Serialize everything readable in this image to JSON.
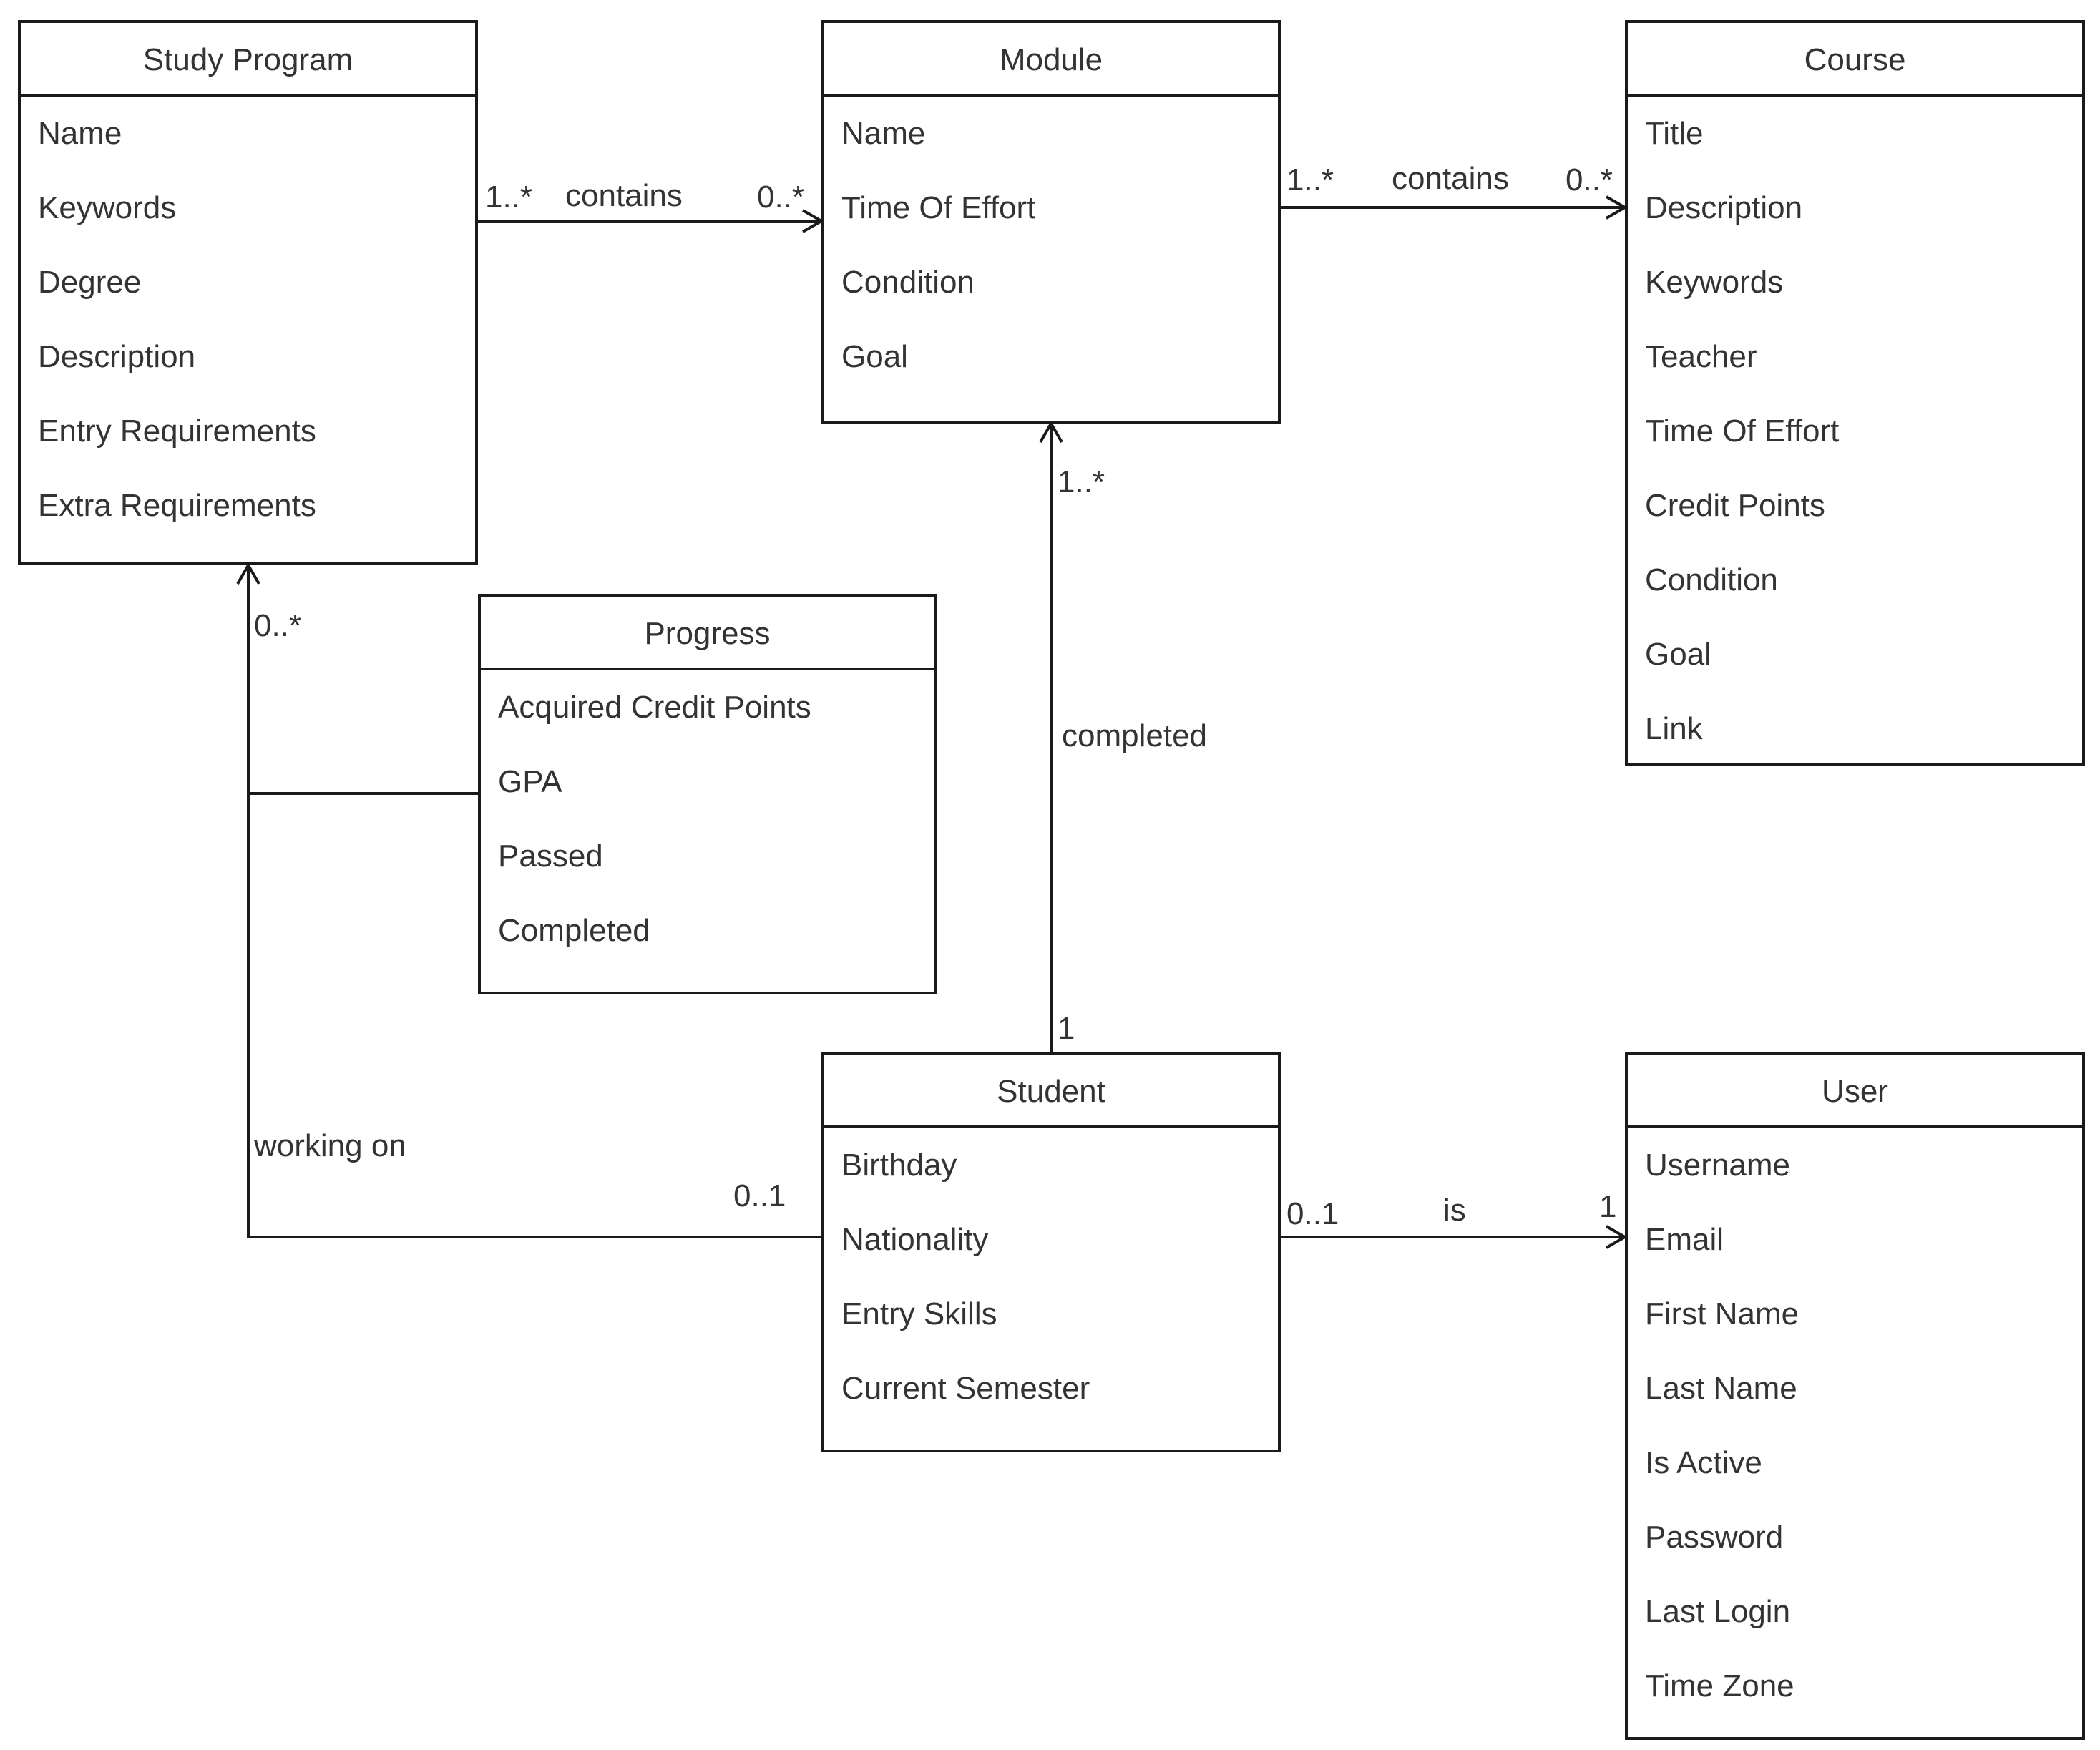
{
  "classes": {
    "study_program": {
      "title": "Study Program",
      "attributes": [
        "Name",
        "Keywords",
        "Degree",
        "Description",
        "Entry Requirements",
        "Extra Requirements"
      ]
    },
    "module": {
      "title": "Module",
      "attributes": [
        "Name",
        "Time Of Effort",
        "Condition",
        "Goal"
      ]
    },
    "course": {
      "title": "Course",
      "attributes": [
        "Title",
        "Description",
        "Keywords",
        "Teacher",
        "Time Of Effort",
        "Credit Points",
        "Condition",
        "Goal",
        "Link"
      ]
    },
    "progress": {
      "title": "Progress",
      "attributes": [
        "Acquired Credit Points",
        "GPA",
        "Passed",
        "Completed"
      ]
    },
    "student": {
      "title": "Student",
      "attributes": [
        "Birthday",
        "Nationality",
        "Entry Skills",
        "Current Semester"
      ]
    },
    "user": {
      "title": "User",
      "attributes": [
        "Username",
        "Email",
        "First Name",
        "Last Name",
        "Is Active",
        "Password",
        "Last Login",
        "Time Zone"
      ]
    }
  },
  "associations": {
    "program_module": {
      "from": "Study Program",
      "to": "Module",
      "label": "contains",
      "source_multiplicity": "1..*",
      "target_multiplicity": "0..*"
    },
    "module_course": {
      "from": "Module",
      "to": "Course",
      "label": "contains",
      "source_multiplicity": "1..*",
      "target_multiplicity": "0..*"
    },
    "student_module": {
      "from": "Student",
      "to": "Module",
      "label": "completed",
      "source_multiplicity": "1",
      "target_multiplicity": "1..*"
    },
    "student_program": {
      "from": "Student",
      "to": "Study Program",
      "label": "working on",
      "source_multiplicity": "0..1",
      "target_multiplicity": "0..*",
      "association_class": "Progress"
    },
    "student_user": {
      "from": "Student",
      "to": "User",
      "label": "is",
      "source_multiplicity": "0..1",
      "target_multiplicity": "1"
    }
  }
}
